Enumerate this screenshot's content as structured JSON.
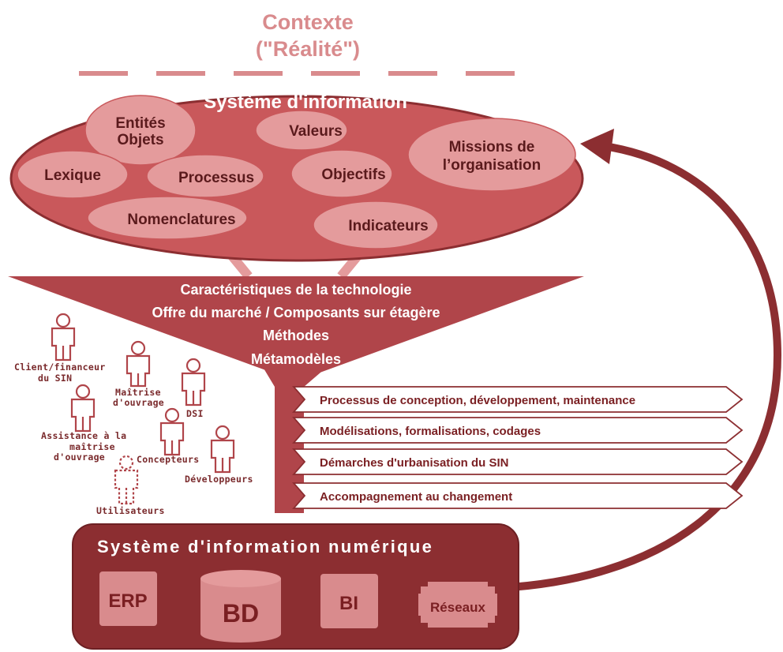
{
  "context": {
    "line1": "Contexte",
    "line2": "(\"Réalité\")"
  },
  "si": {
    "title": "Système d'information",
    "bubbles": {
      "entites": [
        "Entités",
        "Objets"
      ],
      "valeurs": "Valeurs",
      "missions": [
        "Missions de",
        "l’organisation"
      ],
      "lexique": "Lexique",
      "processus": "Processus",
      "objectifs": "Objectifs",
      "nomenclatures": "Nomenclatures",
      "indicateurs": "Indicateurs"
    }
  },
  "funnel": {
    "lines": [
      "Caractéristiques de la technologie",
      "Offre du marché / Composants sur étagère",
      "Méthodes",
      "Métamodèles"
    ]
  },
  "actors": {
    "client": [
      "Client/financeur",
      "du SIN"
    ],
    "moa": [
      "Maîtrise",
      "d'ouvrage"
    ],
    "dsi": "DSI",
    "amoa": [
      "Assistance à la",
      "maîtrise",
      "d'ouvrage"
    ],
    "concepteurs": "Concepteurs",
    "developpeurs": "Développeurs",
    "utilisateurs": "Utilisateurs"
  },
  "activities": [
    "Processus de conception, développement, maintenance",
    "Modélisations, formalisations, codages",
    "Démarches d'urbanisation du SIN",
    "Accompagnement au changement"
  ],
  "sin": {
    "title": "Système d'information numérique",
    "components": {
      "erp": "ERP",
      "bd": "BD",
      "bi": "BI",
      "reseaux": "Réseaux"
    }
  },
  "colors": {
    "dark": "#8c2e31",
    "mid": "#b5484b",
    "light": "#e49b9c",
    "pale": "#d98b8d",
    "text_dark": "#5a1a1c"
  }
}
